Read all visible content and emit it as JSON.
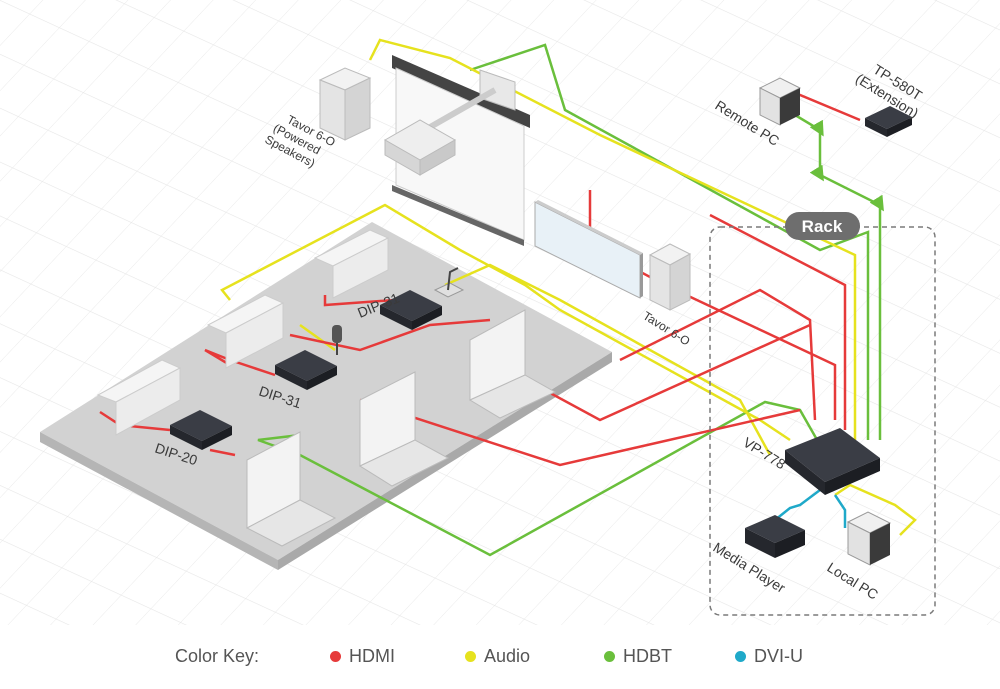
{
  "labels": {
    "speakers_powered": [
      "Tavor 6-O",
      "(Powered",
      "Speakers)"
    ],
    "speaker": "Tavor 6-O",
    "remote_pc": "Remote PC",
    "tp580t": [
      "TP-580T",
      "(Extension)"
    ],
    "rack": "Rack",
    "dip31_a": "DIP-31",
    "dip31_b": "DIP-31",
    "dip20": "DIP-20",
    "vp778": "VP-778",
    "media_player": "Media Player",
    "local_pc": "Local PC"
  },
  "color_key": {
    "title": "Color Key:",
    "items": [
      {
        "label": "HDMI",
        "color": "#e63a3a"
      },
      {
        "label": "Audio",
        "color": "#e6e21e"
      },
      {
        "label": "HDBT",
        "color": "#6abf3c"
      },
      {
        "label": "DVI-U",
        "color": "#1fa9c9"
      }
    ]
  },
  "colors": {
    "hdmi": "#e63a3a",
    "audio": "#e6e21e",
    "hdbt": "#6abf3c",
    "dvi": "#1fa9c9",
    "device_dark": "#2b2e35",
    "floor": "#c9c9c9",
    "rack_border": "#7a7a7a",
    "rack_badge": "#6e6e6e"
  }
}
